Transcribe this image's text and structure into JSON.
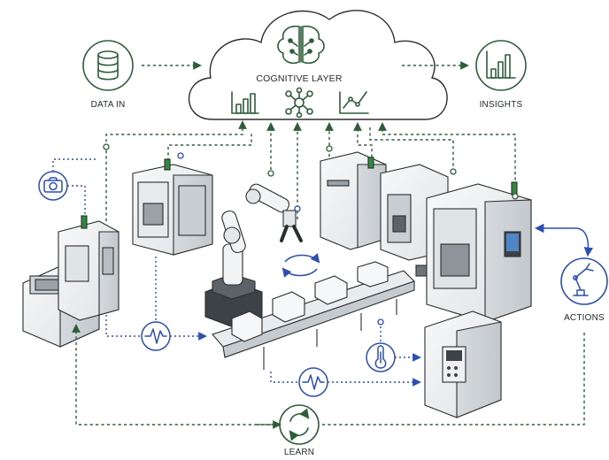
{
  "labels": {
    "cognitive_layer": "COGNITIVE LAYER",
    "data_in": "DATA IN",
    "insights": "INSIGHTS",
    "actions": "ACTIONS",
    "learn": "LEARN"
  },
  "icons": {
    "data_in": "database-icon",
    "insights": "bar-chart-icon",
    "actions": "robot-arm-icon",
    "learn": "refresh-cycle-icon",
    "camera": "camera-icon",
    "thermometer": "thermometer-icon",
    "signal": "waveform-icon",
    "brain": "brain-icon",
    "network": "network-node-icon",
    "line_chart": "line-chart-icon"
  },
  "colors": {
    "green": "#2f5d3a",
    "blue": "#2c4fb0",
    "machine": "#eef0f1",
    "dark": "#2a2f2c"
  }
}
